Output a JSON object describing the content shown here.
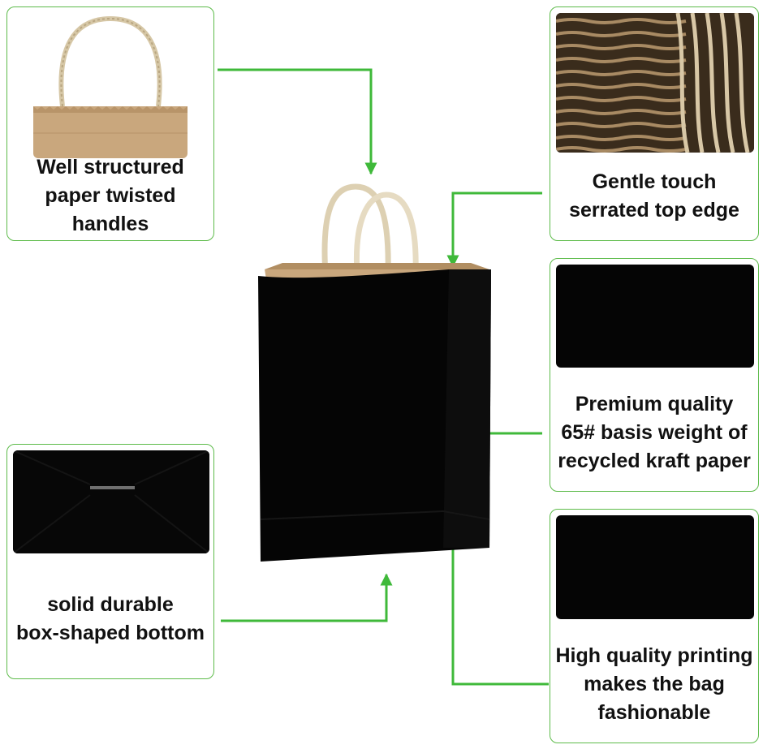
{
  "features": [
    {
      "id": "handles",
      "caption": "Well structured\npaper twisted\nhandles",
      "icon": "twisted-handle-photo"
    },
    {
      "id": "top-edge",
      "caption": "Gentle touch\nserrated top edge",
      "icon": "serrated-edge-photo"
    },
    {
      "id": "paper",
      "caption": "Premium quality\n65# basis weight of\nrecycled kraft paper",
      "icon": "black-paper-swatch"
    },
    {
      "id": "bottom",
      "caption": "solid durable\nbox-shaped bottom",
      "icon": "box-bottom-photo"
    },
    {
      "id": "printing",
      "caption": "High quality printing\nmakes the bag\nfashionable",
      "icon": "black-print-swatch"
    }
  ],
  "colors": {
    "accent_green": "#3fb93a",
    "card_border": "#5dbb4a",
    "bag_black": "#050505",
    "kraft": "#c9a77d"
  }
}
